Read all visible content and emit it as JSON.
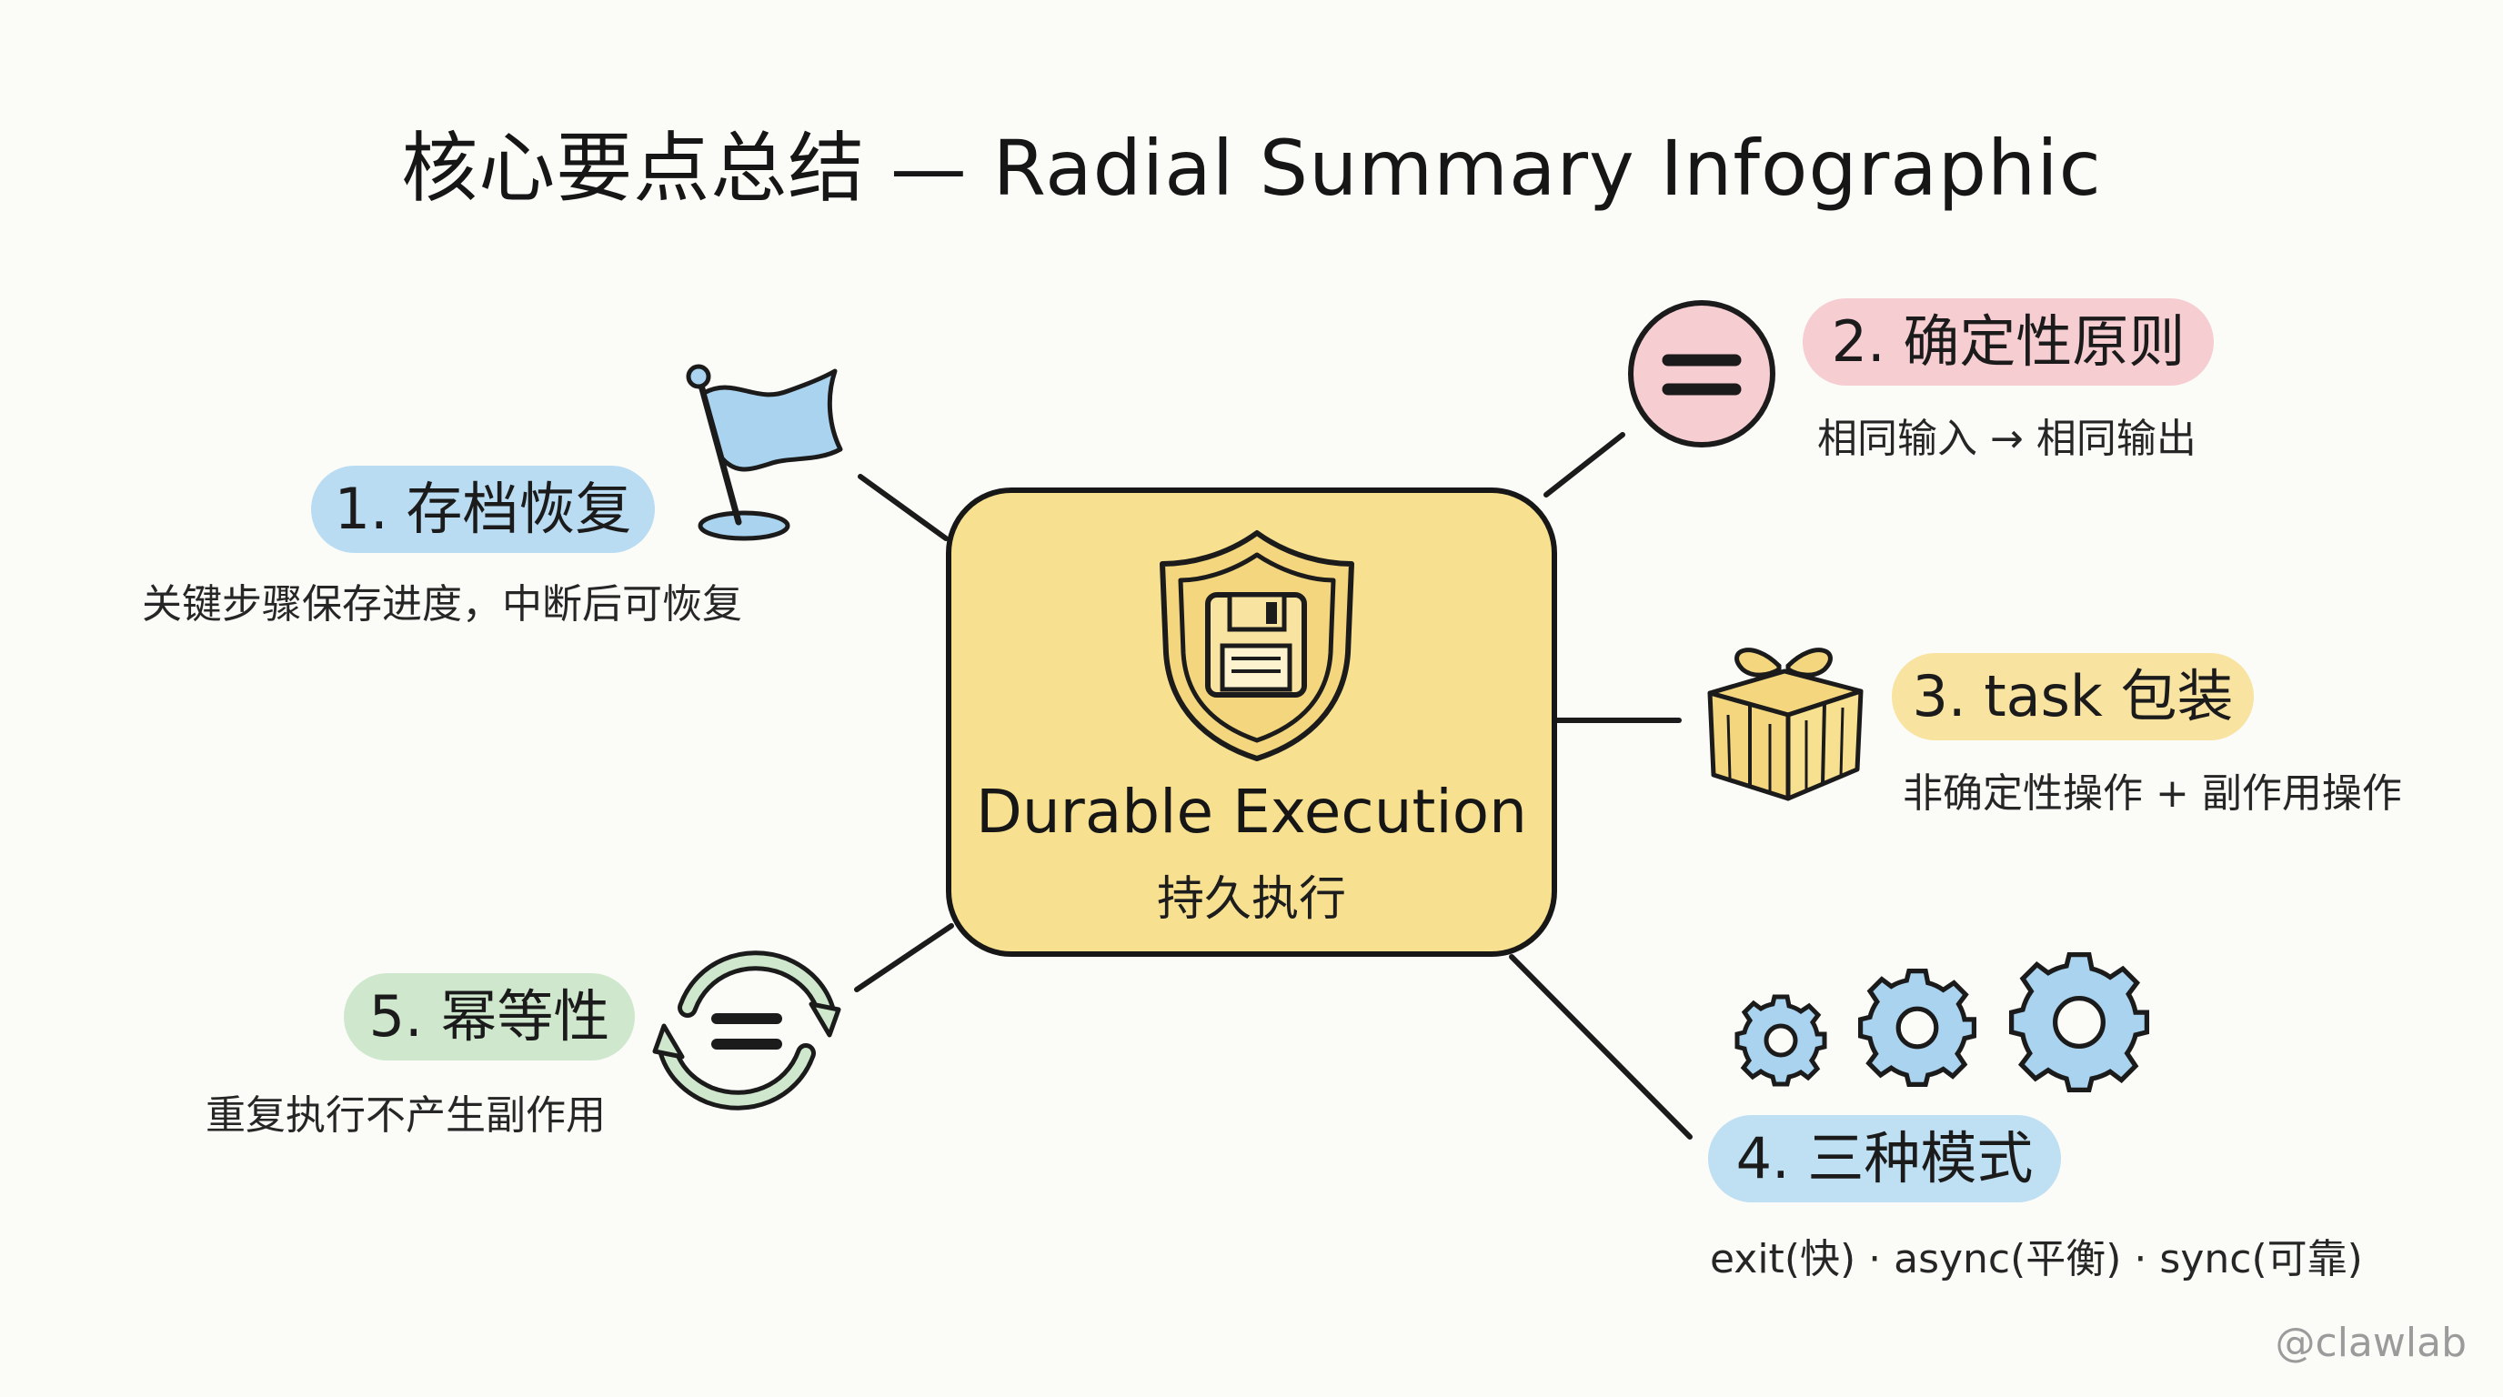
{
  "title": "核心要点总结 — Radial Summary Infographic",
  "center": {
    "title": "Durable Execution",
    "subtitle": "持久执行"
  },
  "nodes": [
    {
      "label": "1. 存档恢复",
      "description": "关键步骤保存进度，中断后可恢复",
      "icon": "flag-icon",
      "color": "#b9dcf2"
    },
    {
      "label": "2. 确定性原则",
      "description": "相同输入 → 相同输出",
      "icon": "equals-icon",
      "color": "#f6cdd1"
    },
    {
      "label": "3. task 包装",
      "description": "非确定性操作 + 副作用操作",
      "icon": "gift-icon",
      "color": "#f8e3a0"
    },
    {
      "label": "4. 三种模式",
      "description": "exit(快) · async(平衡) · sync(可靠)",
      "icon": "gears-icon",
      "color": "#bfdff2"
    },
    {
      "label": "5. 幂等性",
      "description": "重复执行不产生副作用",
      "icon": "cycle-equals-icon",
      "color": "#cfe8cd"
    }
  ],
  "colors": {
    "center_fill": "#f7e190",
    "outline": "#171717",
    "shield_fill": "#f3d67d"
  },
  "watermark": "@clawlab"
}
